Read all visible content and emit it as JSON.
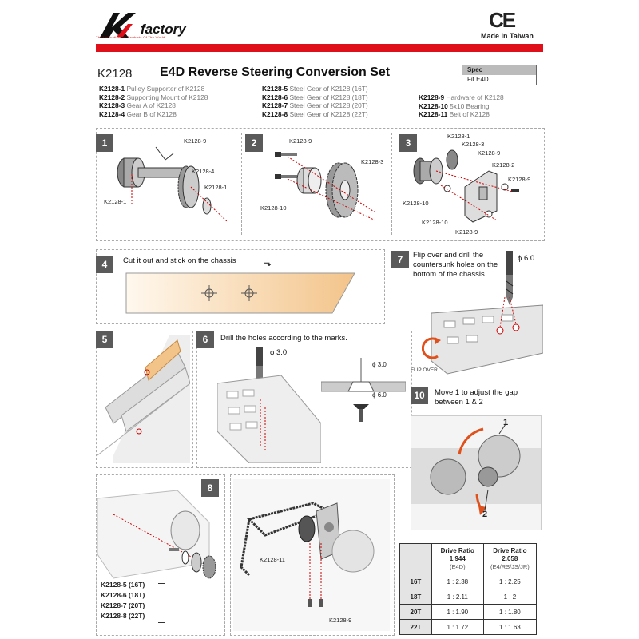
{
  "brand": {
    "tagline": "The Innovative RC Products Of The World",
    "ce_mark": "CE",
    "made_in": "Made in Taiwan"
  },
  "header": {
    "model": "K2128",
    "title": "E4D Reverse Steering Conversion Set"
  },
  "spec": {
    "label": "Spec",
    "value": "Fit E4D"
  },
  "parts": [
    {
      "code": "K2128-1",
      "desc": "Pulley Supporter of K2128"
    },
    {
      "code": "K2128-2",
      "desc": "Supporting Mount of K2128"
    },
    {
      "code": "K2128-3",
      "desc": "Gear A of K2128"
    },
    {
      "code": "K2128-4",
      "desc": "Gear B of K2128"
    },
    {
      "code": "K2128-5",
      "desc": "Steel Gear of K2128 (16T)"
    },
    {
      "code": "K2128-6",
      "desc": "Steel Gear of K2128 (18T)"
    },
    {
      "code": "K2128-7",
      "desc": "Steel Gear of K2128 (20T)"
    },
    {
      "code": "K2128-8",
      "desc": "Steel Gear of K2128 (22T)"
    },
    {
      "code": "K2128-9",
      "desc": "Hardware of K2128"
    },
    {
      "code": "K2128-10",
      "desc": "5x10 Bearing"
    },
    {
      "code": "K2128-11",
      "desc": "Belt of K2128"
    }
  ],
  "steps": {
    "s1": {
      "num": "1",
      "labels": [
        "K2128-9",
        "K2128-4",
        "K2128-1",
        "K2128-1"
      ]
    },
    "s2": {
      "num": "2",
      "labels": [
        "K2128-9",
        "K2128-3",
        "K2128-10"
      ]
    },
    "s3": {
      "num": "3",
      "labels": [
        "K2128-1",
        "K2128-3",
        "K2128-9",
        "K2128-2",
        "K2128-9",
        "K2128-10",
        "K2128-10",
        "K2128-9"
      ]
    },
    "s4": {
      "num": "4",
      "text": "Cut it out and stick on the chassis"
    },
    "s5": {
      "num": "5"
    },
    "s6": {
      "num": "6",
      "text": "Drill the holes according to the marks.",
      "dia_small": "ϕ 3.0",
      "dia_small2": "ϕ 3.0",
      "dia_large": "ϕ 6.0"
    },
    "s7": {
      "num": "7",
      "text": "Flip over and drill the countersunk holes on the bottom of the chassis.",
      "dia": "ϕ 6.0",
      "flip": "FLIP OVER"
    },
    "s8": {
      "num": "8",
      "labels": [
        "K2128-5 (16T)",
        "K2128-6 (18T)",
        "K2128-7 (20T)",
        "K2128-8 (22T)"
      ]
    },
    "s9": {
      "num": "9",
      "labels": [
        "K2128-11",
        "K2128-9"
      ]
    },
    "s10": {
      "num": "10",
      "text": "Move 1 to adjust the gap between 1 & 2",
      "mark1": "1",
      "mark2": "2"
    }
  },
  "ratio_table": {
    "col1_title": "Drive Ratio",
    "col1_value": "1.944",
    "col1_sub": "(E4D)",
    "col2_title": "Drive Ratio",
    "col2_value": "2.058",
    "col2_sub": "(E4/RS/JS/JR)",
    "rows": [
      {
        "gear": "16T",
        "a": "1 : 2.38",
        "b": "1 : 2.25"
      },
      {
        "gear": "18T",
        "a": "1 : 2.11",
        "b": "1 : 2"
      },
      {
        "gear": "20T",
        "a": "1 : 1.90",
        "b": "1 : 1.80"
      },
      {
        "gear": "22T",
        "a": "1 : 1.72",
        "b": "1 : 1.63"
      }
    ]
  },
  "colors": {
    "brand_red": "#e0101a",
    "badge_grey": "#5a5a5a",
    "sticker_orange": "#f3c48a"
  }
}
